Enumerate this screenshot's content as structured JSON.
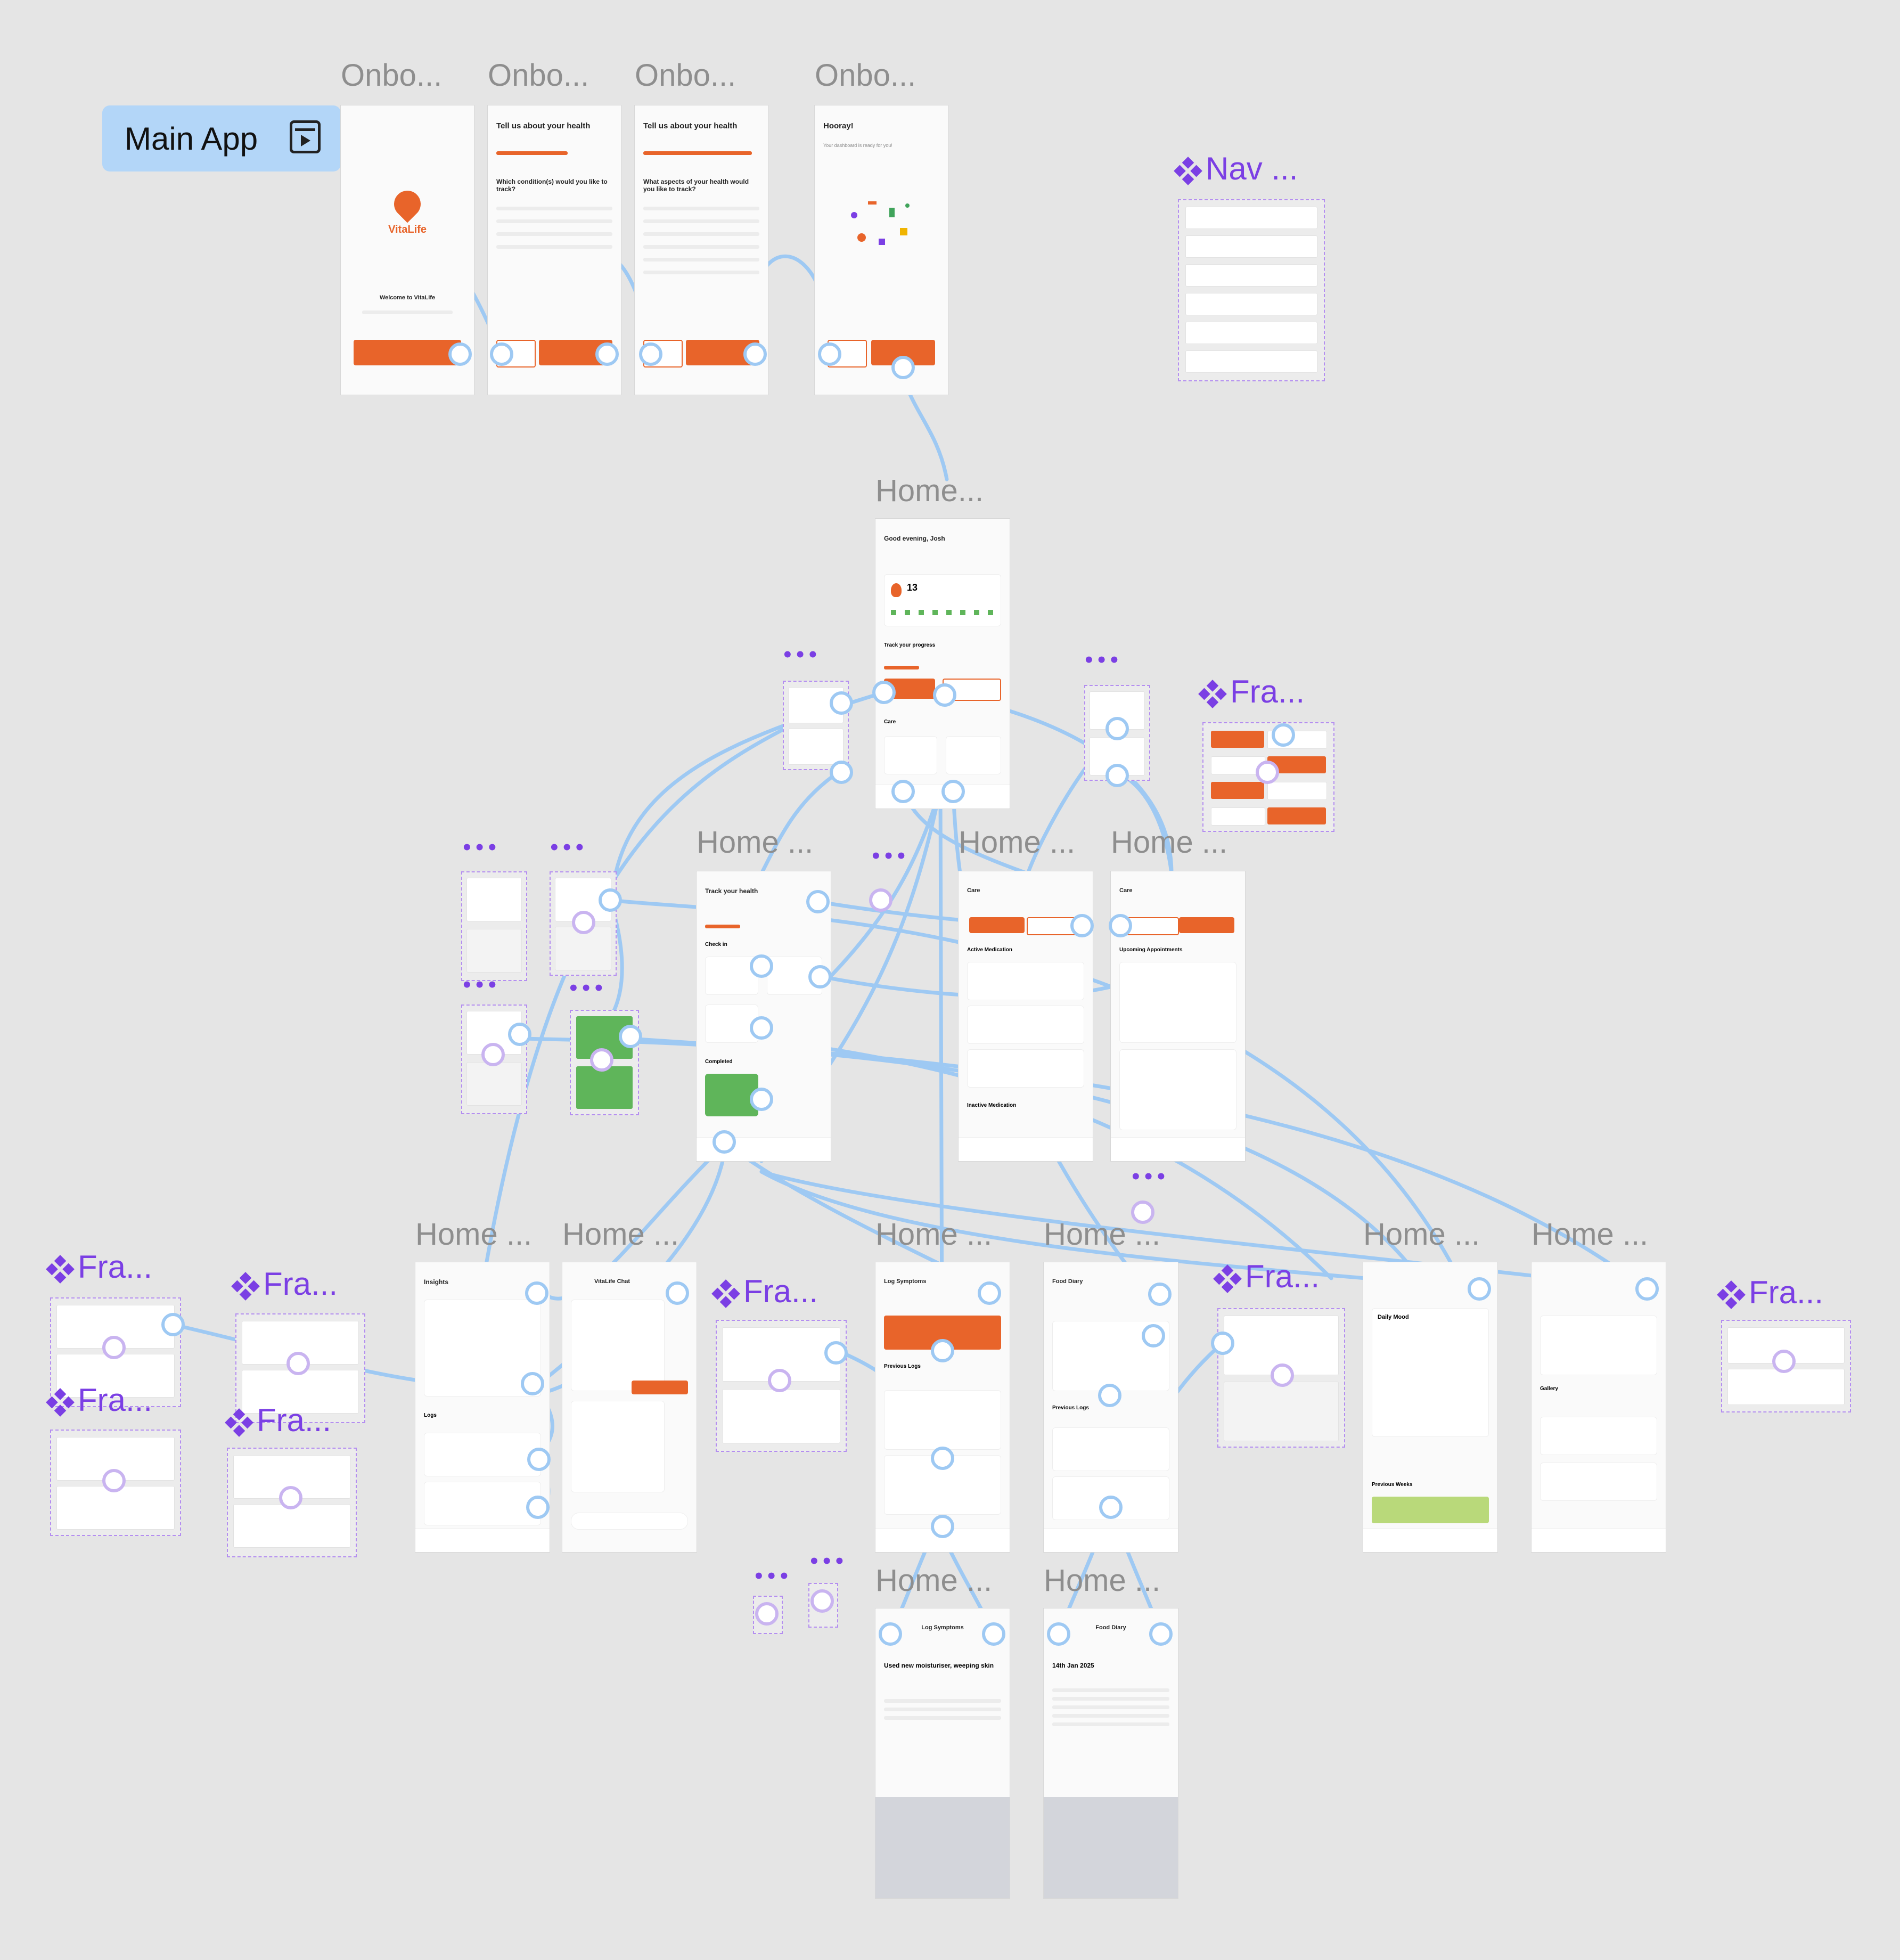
{
  "main_app": {
    "label": "Main App",
    "icon": "prototype-play-icon"
  },
  "frames": [
    {
      "title": "Onbo...",
      "name": "onboarding-welcome",
      "header": "",
      "brand": "VitaLife",
      "body": "Welcome to VitaLife"
    },
    {
      "title": "Onbo...",
      "name": "onboarding-conditions",
      "header": "Tell us about your health",
      "body": "Which condition(s) would you like to track?"
    },
    {
      "title": "Onbo...",
      "name": "onboarding-aspects",
      "header": "Tell us about your health",
      "body": "What aspects of your health would you like to track?"
    },
    {
      "title": "Onbo...",
      "name": "onboarding-hooray",
      "header": "Hooray!",
      "body": "Your dashboard is ready for you!"
    },
    {
      "title": "Home...",
      "name": "home-dashboard",
      "header": "Good evening, Josh",
      "streak": "13",
      "section1": "Track your progress",
      "section2": "Care"
    },
    {
      "title": "Home ...",
      "name": "home-track-health",
      "header": "Track your health",
      "section1": "Check in",
      "section2": "Completed"
    },
    {
      "title": "Home ...",
      "name": "home-care-medication",
      "header": "Care",
      "section1": "Active Medication",
      "section2": "Inactive Medication"
    },
    {
      "title": "Home ...",
      "name": "home-care-appointments",
      "header": "Care",
      "section1": "Upcoming Appointments"
    },
    {
      "title": "Home ...",
      "name": "home-insights",
      "header": "Insights",
      "section1": "Logs"
    },
    {
      "title": "Home ...",
      "name": "home-vitalife-chat",
      "header": "VitaLife Chat"
    },
    {
      "title": "Home ...",
      "name": "home-log-symptoms",
      "header": "Log Symptoms",
      "section1": "Previous Logs"
    },
    {
      "title": "Home ...",
      "name": "home-food-diary",
      "header": "Food Diary",
      "section1": "Previous Logs"
    },
    {
      "title": "Home ...",
      "name": "home-daily-mood",
      "header": "Daily Mood",
      "section1": "Previous Weeks"
    },
    {
      "title": "Home ...",
      "name": "home-photos",
      "header": "Gallery"
    },
    {
      "title": "Home ...",
      "name": "home-log-symptoms-entry",
      "header": "Log Symptoms",
      "body": "Used new moisturiser, weeping skin"
    },
    {
      "title": "Home ...",
      "name": "home-food-diary-entry",
      "header": "Food Diary",
      "body": "14th Jan 2025"
    }
  ],
  "components": [
    {
      "title": "Nav ...",
      "name": "nav-component"
    },
    {
      "title": "Fra...",
      "name": "care-toggle-component"
    },
    {
      "title": "Fra...",
      "name": "insight-card-component-1"
    },
    {
      "title": "Fra...",
      "name": "insight-card-component-2"
    },
    {
      "title": "Fra...",
      "name": "log-card-component-1"
    },
    {
      "title": "Fra...",
      "name": "log-card-component-2"
    },
    {
      "title": "Fra...",
      "name": "symptom-log-component"
    },
    {
      "title": "Fra...",
      "name": "food-log-component"
    },
    {
      "title": "Fra...",
      "name": "photo-gallery-component"
    }
  ],
  "ellipsis": "•••",
  "colors": {
    "canvas": "#e5e5e5",
    "accent": "#e8642a",
    "flow": "#9ec9f3",
    "component": "#7b3fe4",
    "main_app_bg": "#b3d6f8"
  }
}
